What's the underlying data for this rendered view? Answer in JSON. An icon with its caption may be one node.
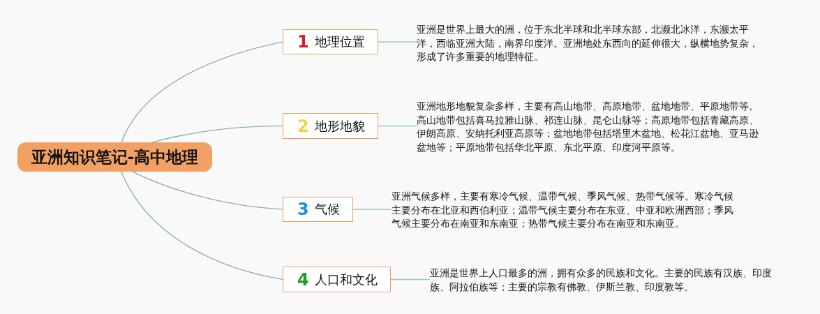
{
  "diagram": {
    "nodes": [
      {
        "text": [
          "亚洲知识笔记-高中地理"
        ]
      },
      {
        "text": [
          "1",
          "地理位置"
        ]
      },
      {
        "text": [
          "2",
          "地形地貌"
        ]
      },
      {
        "text": [
          "3",
          "气候"
        ]
      },
      {
        "text": [
          "4",
          "人口和文化"
        ]
      },
      {
        "text": [
          "亚洲是世界上最大的洲，位于东北半球和北半球东部，北濒北冰洋，东濒太平洋，西临亚洲大陆，南界印度洋。亚洲地处东西向的延伸很大，纵横地势复杂，形成了许多重要的地理特征。"
        ]
      },
      {
        "text": [
          "亚洲地形地貌复杂多样，主要有高山地带、高原地带、盆地地带、平原地带等。高山地带包括喜马拉雅山脉、祁连山脉、昆仑山脉等；高原地带包括青藏高原、伊朗高原、安纳托利亚高原等；盆地地带包括塔里木盆地、松花江盆地、亚马逊盆地等；平原地带包括华北平原、东北平原、印度河平原等。"
        ]
      },
      {
        "text": [
          "亚洲气候多样，主要有寒冷气候、温带气候、季风气候、热带气候等。寒冷气候主要分布在北亚和西伯利亚；温带气候主要分布在东亚、中亚和欧洲西部；季风气候主要分布在南亚和东南亚；热带气候主要分布在南亚和东南亚。"
        ]
      },
      {
        "text": [
          "亚洲是世界上人口最多的洲，拥有众多的民族和文化。主要的民族有汉族、印度族、阿拉伯族等；主要的宗教有佛教、伊斯兰教、印度教等。"
        ]
      }
    ],
    "edges": [
      {
        "from": 0,
        "to": 1,
        "arrow": "none"
      },
      {
        "from": 0,
        "to": 2,
        "arrow": "none"
      },
      {
        "from": 0,
        "to": 3,
        "arrow": "none"
      },
      {
        "from": 0,
        "to": 4,
        "arrow": "none"
      },
      {
        "from": 1,
        "to": 5,
        "arrow": "none"
      },
      {
        "from": 2,
        "to": 6,
        "arrow": "none"
      },
      {
        "from": 3,
        "to": 7,
        "arrow": "none"
      },
      {
        "from": 4,
        "to": 8,
        "arrow": "none"
      }
    ]
  }
}
